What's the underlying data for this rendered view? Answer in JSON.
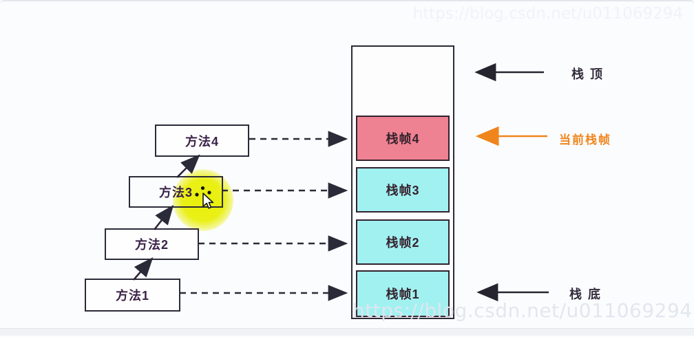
{
  "page": {
    "watermark_bottom": "https://blog.csdn.net/u011069294",
    "watermark_top": "https://blog.csdn.net/u011069294"
  },
  "diagram": {
    "methods": [
      {
        "label": "方法1"
      },
      {
        "label": "方法2"
      },
      {
        "label": "方法3"
      },
      {
        "label": "方法4"
      }
    ],
    "stack": {
      "frames": [
        {
          "label": "栈帧4",
          "fill": "#ef8292",
          "is_current": true
        },
        {
          "label": "栈帧3",
          "fill": "#a2f1f1",
          "is_current": false
        },
        {
          "label": "栈帧2",
          "fill": "#a2f1f1",
          "is_current": false
        },
        {
          "label": "栈帧1",
          "fill": "#a2f1f1",
          "is_current": false
        }
      ]
    },
    "annotations": {
      "stack_top": {
        "label": "栈顶",
        "color": "#332d3c"
      },
      "current_frame": {
        "label": "当前栈帧",
        "color": "#f0851c"
      },
      "stack_bottom": {
        "label": "栈底",
        "color": "#332d3c"
      }
    },
    "colors": {
      "box_border": "#2b2a38",
      "method_text": "#3a2147",
      "frame_text": "#35222d",
      "current_frame_fill": "#ef8292",
      "frame_fill": "#a2f1f1",
      "accent_orange": "#f0851c",
      "highlight_yellow": "#eef000"
    },
    "cursor": {
      "type": "pointer-with-click-dots"
    }
  }
}
